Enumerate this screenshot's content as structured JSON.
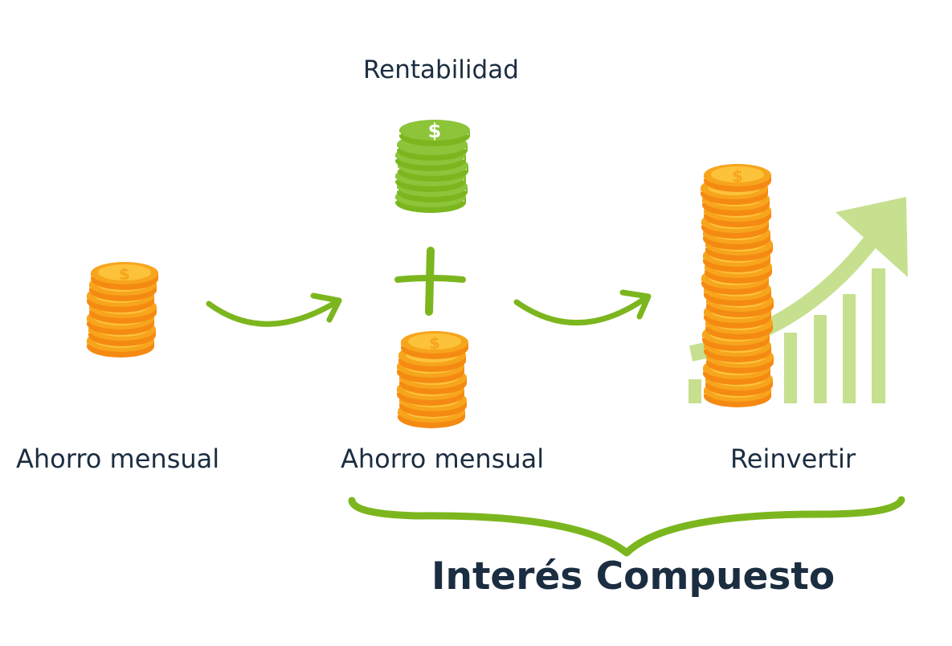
{
  "labels": {
    "rentabilidad": "Rentabilidad",
    "ahorro_1": "Ahorro mensual",
    "ahorro_2": "Ahorro mensual",
    "reinvertir": "Reinvertir",
    "interes_compuesto": "Interés Compuesto"
  },
  "coin_symbol": "$",
  "colors": {
    "text": "#1b2d40",
    "green": "#7cb61e",
    "light_green": "#c6e08f",
    "coin_gold": "#f7a51c",
    "coin_edge": "#f58a12",
    "coin_face": "#fcc33a"
  },
  "icons": [
    "coin-stack-icon",
    "green-coin-stack-icon",
    "curved-arrow-icon",
    "plus-icon",
    "growth-chart-icon",
    "curly-brace-icon"
  ]
}
